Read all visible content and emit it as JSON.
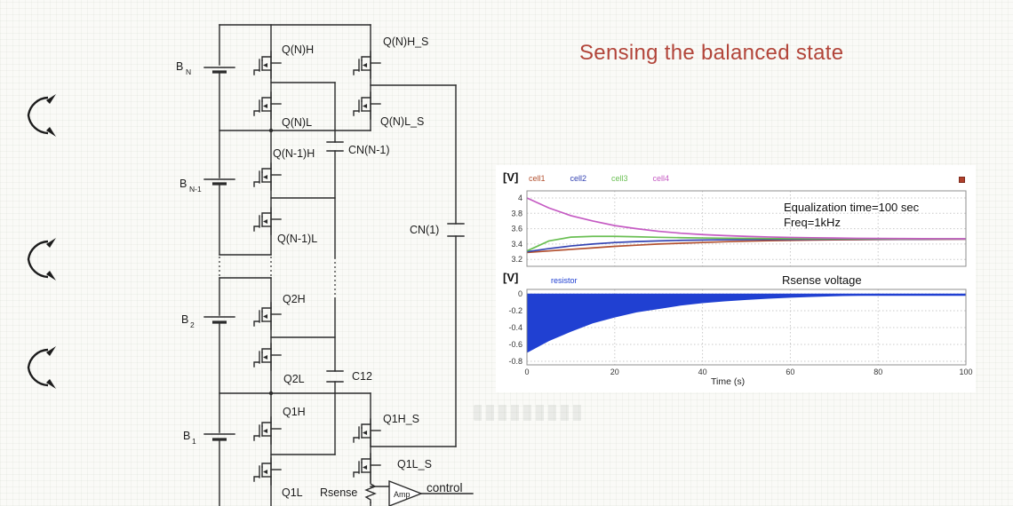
{
  "slide": {
    "title": "Sensing the balanced state",
    "title_color": "#b2453a"
  },
  "circuit": {
    "batteries": [
      {
        "sym": "B",
        "sub": "N"
      },
      {
        "sym": "B",
        "sub": "N-1"
      },
      {
        "sym": "B",
        "sub": "2"
      },
      {
        "sym": "B",
        "sub": "1"
      }
    ],
    "labels": {
      "qnh": "Q(N)H",
      "qnhs": "Q(N)H_S",
      "qnl": "Q(N)L",
      "qnls": "Q(N)L_S",
      "qn1h": "Q(N-1)H",
      "cnn1": "CN(N-1)",
      "qn1l": "Q(N-1)L",
      "cn1": "CN(1)",
      "q2h": "Q2H",
      "q2l": "Q2L",
      "c12": "C12",
      "q1h": "Q1H",
      "q1hs": "Q1H_S",
      "q1l": "Q1L",
      "q1ls": "Q1L_S",
      "rsense": "Rsense",
      "amp": "Amp",
      "control": "control"
    }
  },
  "chart_data": [
    {
      "type": "line",
      "ylabel": "[V]",
      "legend_position": "top",
      "grid": true,
      "xlim": [
        0,
        100
      ],
      "ylim": [
        3.1,
        4.1
      ],
      "yticks": [
        "4",
        "3.8",
        "3.6",
        "3.4",
        "3.2"
      ],
      "x": [
        0,
        5,
        10,
        15,
        20,
        25,
        30,
        35,
        40,
        45,
        50,
        55,
        60,
        65,
        70,
        75,
        80,
        85,
        90,
        95,
        100
      ],
      "series": [
        {
          "name": "cell1",
          "color": "#b2502f",
          "values": [
            3.29,
            3.31,
            3.33,
            3.35,
            3.37,
            3.385,
            3.4,
            3.41,
            3.42,
            3.43,
            3.437,
            3.443,
            3.448,
            3.452,
            3.455,
            3.457,
            3.459,
            3.46,
            3.461,
            3.462,
            3.463
          ]
        },
        {
          "name": "cell2",
          "color": "#3443b2",
          "values": [
            3.3,
            3.34,
            3.375,
            3.4,
            3.42,
            3.432,
            3.441,
            3.448,
            3.452,
            3.456,
            3.458,
            3.46,
            3.461,
            3.462,
            3.463,
            3.463,
            3.464,
            3.464,
            3.464,
            3.465,
            3.465
          ]
        },
        {
          "name": "cell3",
          "color": "#6abf53",
          "values": [
            3.31,
            3.44,
            3.49,
            3.5,
            3.5,
            3.494,
            3.488,
            3.483,
            3.479,
            3.476,
            3.474,
            3.472,
            3.471,
            3.47,
            3.469,
            3.468,
            3.468,
            3.467,
            3.467,
            3.467,
            3.466
          ]
        },
        {
          "name": "cell4",
          "color": "#c55bc3",
          "values": [
            4.0,
            3.87,
            3.77,
            3.7,
            3.64,
            3.6,
            3.566,
            3.541,
            3.523,
            3.51,
            3.5,
            3.492,
            3.486,
            3.482,
            3.478,
            3.475,
            3.473,
            3.471,
            3.47,
            3.469,
            3.468
          ]
        }
      ],
      "annotations": [
        "Equalization time=100 sec",
        "Freq=1kHz"
      ]
    },
    {
      "type": "area",
      "title": "Rsense voltage",
      "ylabel": "[V]",
      "xlabel": "Time (s)",
      "grid": true,
      "xlim": [
        0,
        100
      ],
      "ylim": [
        -0.85,
        0.05
      ],
      "yticks": [
        "0",
        "-0.2",
        "-0.4",
        "-0.6",
        "-0.8"
      ],
      "xticks": [
        "0",
        "20",
        "40",
        "60",
        "80",
        "100"
      ],
      "x": [
        0,
        5,
        10,
        15,
        20,
        25,
        30,
        35,
        40,
        45,
        50,
        55,
        60,
        65,
        70,
        75,
        80,
        85,
        90,
        95,
        100
      ],
      "series": [
        {
          "name": "resistor",
          "color": "#2040d2",
          "values": [
            -0.7,
            -0.56,
            -0.45,
            -0.35,
            -0.28,
            -0.22,
            -0.18,
            -0.14,
            -0.11,
            -0.09,
            -0.072,
            -0.058,
            -0.046,
            -0.037,
            -0.029,
            -0.023,
            -0.019,
            -0.015,
            -0.012,
            -0.01,
            -0.008
          ]
        }
      ]
    }
  ]
}
